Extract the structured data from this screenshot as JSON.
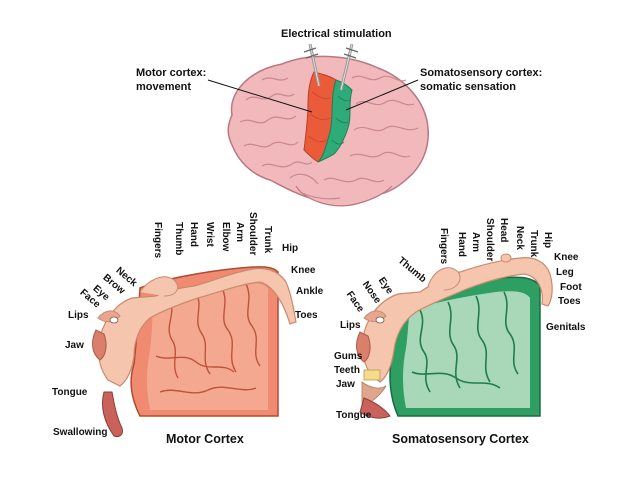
{
  "top": {
    "stimulation": "Electrical stimulation",
    "motor_label": [
      "Motor cortex:",
      "movement"
    ],
    "somato_label": [
      "Somatosensory cortex:",
      "somatic sensation"
    ]
  },
  "motor": {
    "title": "Motor Cortex",
    "upper_labels": [
      "Fingers",
      "Thumb",
      "Hand",
      "Wrist",
      "Elbow",
      "Arm",
      "Shoulder",
      "Trunk"
    ],
    "diagonal_labels": [
      "Neck",
      "Brow",
      "Eye",
      "Face"
    ],
    "side_labels": {
      "hip": "Hip",
      "knee": "Knee",
      "ankle": "Ankle",
      "toes": "Toes"
    },
    "left_labels": {
      "lips": "Lips",
      "jaw": "Jaw",
      "tongue": "Tongue",
      "swallowing": "Swallowing"
    }
  },
  "somato": {
    "title": "Somatosensory Cortex",
    "upper_labels": [
      "Fingers",
      "Hand",
      "Arm",
      "Shoulder",
      "Head",
      "Neck",
      "Trunk",
      "Hip"
    ],
    "diagonal_labels": [
      "Thumb",
      "Eye",
      "Nose",
      "Face"
    ],
    "side_labels": {
      "knee": "Knee",
      "leg": "Leg",
      "foot": "Foot",
      "toes": "Toes",
      "genitals": "Genitals"
    },
    "left_labels": {
      "lips": "Lips",
      "gums": "Gums",
      "teeth": "Teeth",
      "jaw": "Jaw",
      "tongue": "Tongue"
    }
  },
  "colors": {
    "brain_pink": "#f1b9bc",
    "motor_strip": "#ea5b3a",
    "somato_strip": "#2faa79",
    "motor_cortex_fill": "#f08a70",
    "somato_cortex_fill": "#2e9e63",
    "skin": "#f6c5ad"
  }
}
